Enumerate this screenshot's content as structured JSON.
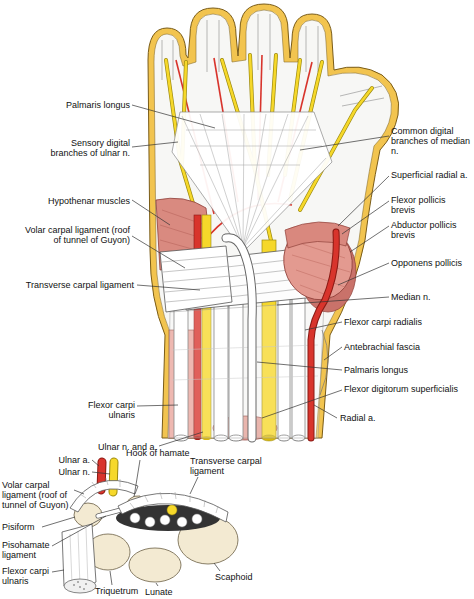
{
  "diagram": {
    "labels": [
      "Palmaris longus",
      "Sensory digital branches of ulnar n.",
      "Hypothenar muscles",
      "Volar carpal ligament (roof of tunnel of Guyon)",
      "Transverse carpal ligament",
      "Flexor carpi ulnaris",
      "Ulnar n. and a.",
      "Common digital branches of median n.",
      "Superficial radial a.",
      "Flexor pollicis brevis",
      "Abductor pollicis brevis",
      "Opponens pollicis",
      "Median n.",
      "Flexor carpi radialis",
      "Antebrachial fascia",
      "Palmaris longus",
      "Flexor digitorum superficialis",
      "Radial a.",
      "Ulnar a.",
      "Ulnar n.",
      "Hook of hamate",
      "Transverse carpal ligament",
      "Volar carpal ligament (roof of tunnel of Guyon)",
      "Pisiform",
      "Pisohamate ligament",
      "Flexor carpi ulnaris",
      "Triquetrum",
      "Lunate",
      "Scaphoid"
    ]
  }
}
